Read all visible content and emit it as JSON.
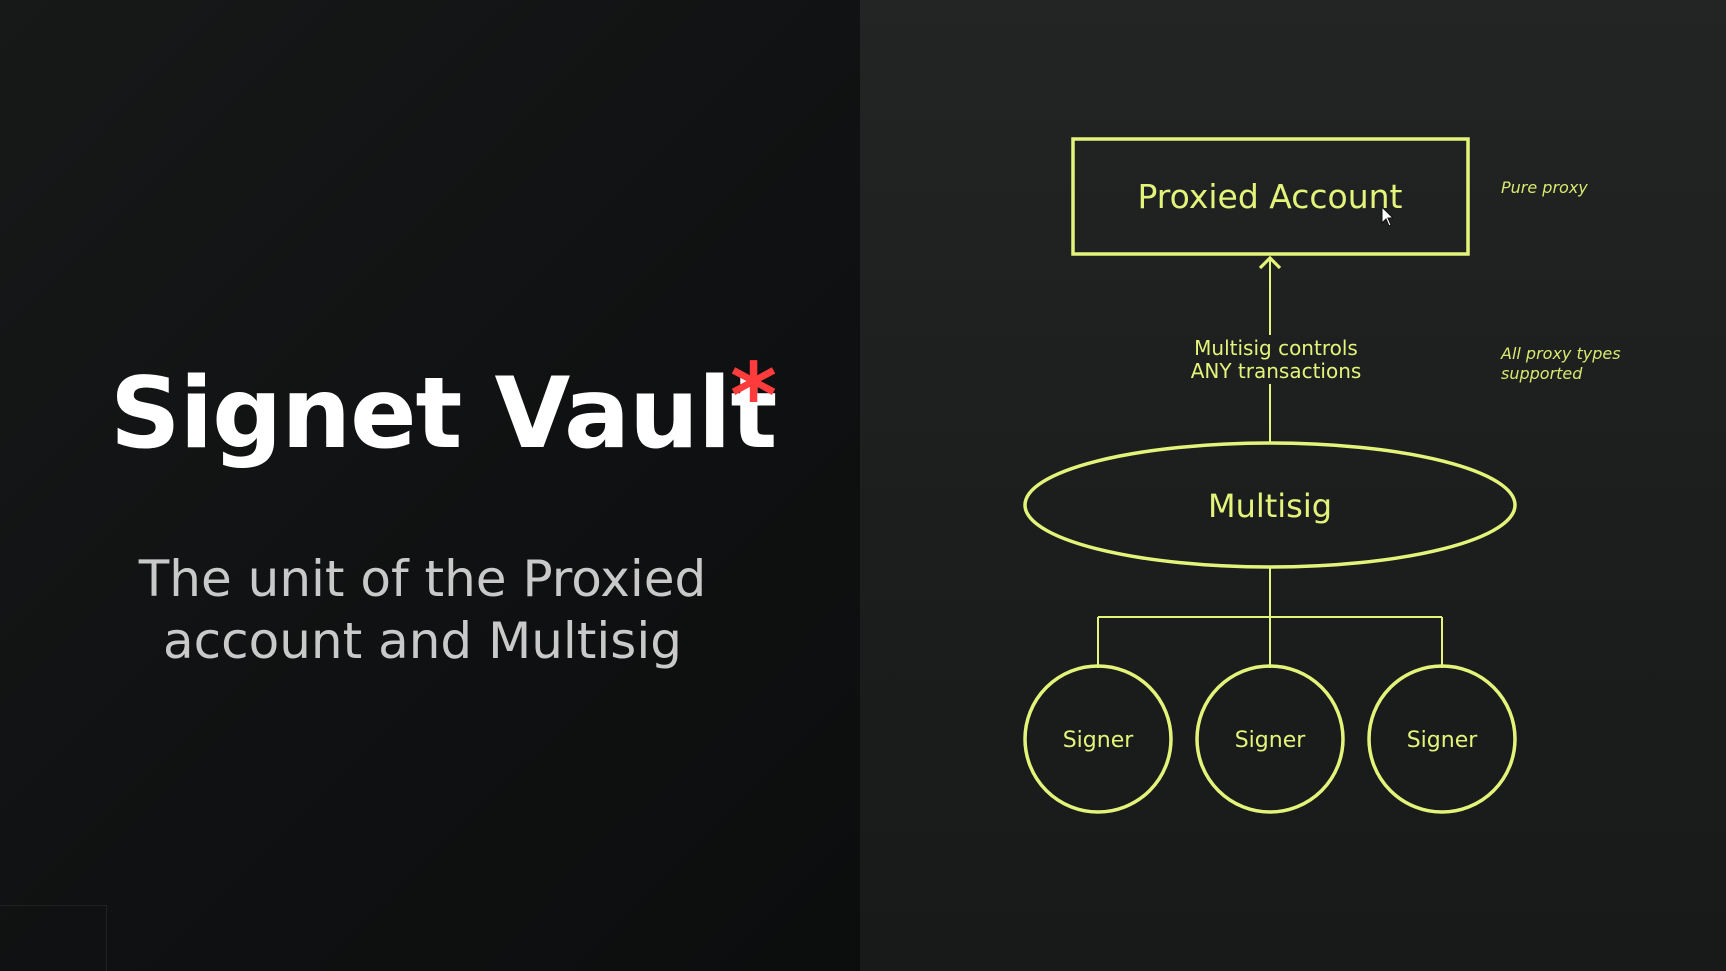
{
  "slide": {
    "title": "Signet Vault",
    "title_mark": "*",
    "subtitle_lines": [
      "The unit of the Proxied",
      "account and Multisig"
    ]
  },
  "diagram": {
    "proxied_account": "Proxied Account",
    "edge_label_line1": "Multisig controls",
    "edge_label_line2": "ANY transactions",
    "multisig": "Multisig",
    "signers": [
      "Signer",
      "Signer",
      "Signer"
    ],
    "notes": {
      "pure_proxy": "Pure proxy",
      "proxy_types_line1": "All proxy types",
      "proxy_types_line2": "supported"
    }
  },
  "colors": {
    "accent": "#e4f47a",
    "title": "#ffffff",
    "asterisk": "#ff3b3b",
    "subtitle": "#c9c9c9"
  }
}
